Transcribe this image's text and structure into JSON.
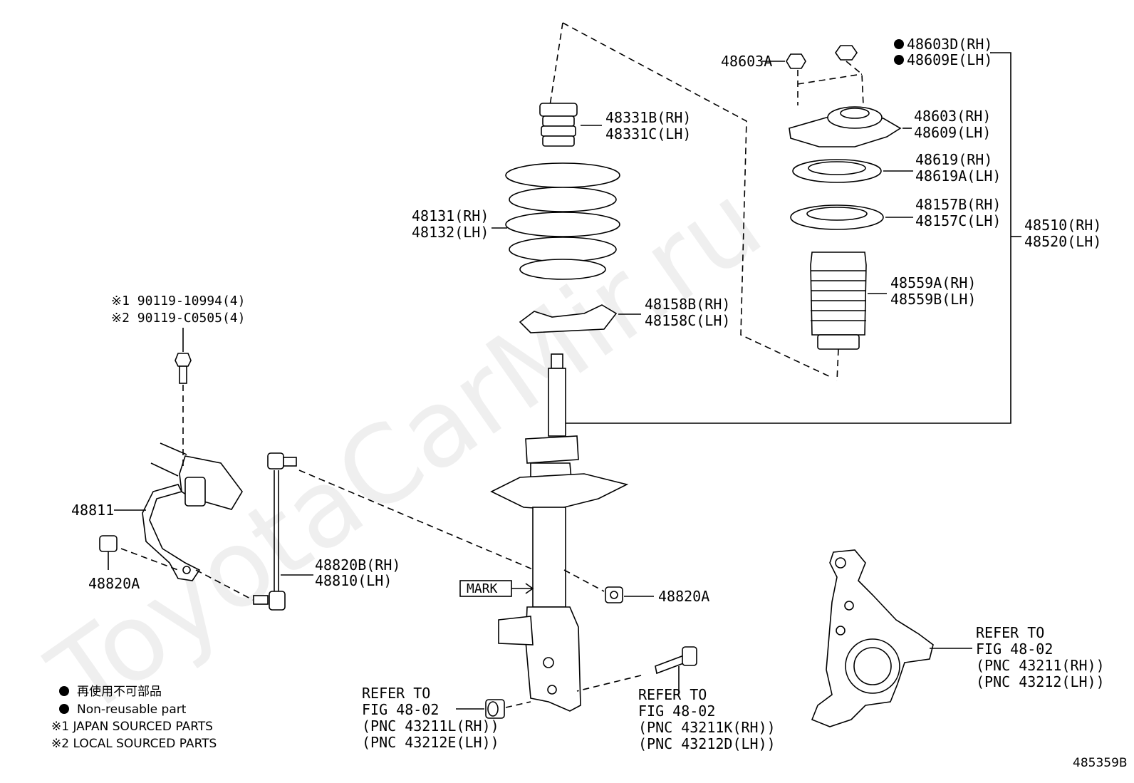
{
  "watermark": "ToyotaCarMir.ru",
  "figure_number": "485359B",
  "labels": {
    "bump_stop": [
      "48331B(RH)",
      "48331C(LH)"
    ],
    "coil_spring": [
      "48131(RH)",
      "48132(LH)"
    ],
    "spring_seat_lower": [
      "48158B(RH)",
      "48158C(LH)"
    ],
    "mount_nut": "48603A",
    "mount_nut_nonreusable": [
      "48603D(RH)",
      "48609E(LH)"
    ],
    "support_mount": [
      "48603(RH)",
      "48609(LH)"
    ],
    "bearing": [
      "48619(RH)",
      "48619A(LH)"
    ],
    "upper_insulator": [
      "48157B(RH)",
      "48157C(LH)"
    ],
    "dust_boot": [
      "48559A(RH)",
      "48559B(LH)"
    ],
    "strut_assembly": [
      "48510(RH)",
      "48520(LH)"
    ],
    "stabilizer_bolt": [
      "※1 90119-10994(4)",
      "※2 90119-C0505(4)"
    ],
    "stabilizer_bracket": "48811",
    "stabilizer_nut_left": "48820A",
    "stabilizer_link": [
      "48820B(RH)",
      "48810(LH)"
    ],
    "stabilizer_nut_right": "48820A",
    "mark": "MARK",
    "refer_nut": [
      "REFER TO",
      "FIG 48-02",
      "(PNC 43211L(RH))",
      "(PNC 43212E(LH))"
    ],
    "refer_bolt": [
      "REFER TO",
      "FIG 48-02",
      "(PNC 43211K(RH))",
      "(PNC 43212D(LH))"
    ],
    "refer_knuckle": [
      "REFER TO",
      "FIG 48-02",
      "(PNC 43211(RH))",
      "(PNC 43212(LH))"
    ]
  },
  "legend": {
    "nonreusable_jp": "再使用不可部品",
    "nonreusable_en": "Non-reusable part",
    "japan_sourced": "※1 JAPAN SOURCED PARTS",
    "local_sourced": "※2 LOCAL SOURCED PARTS"
  }
}
